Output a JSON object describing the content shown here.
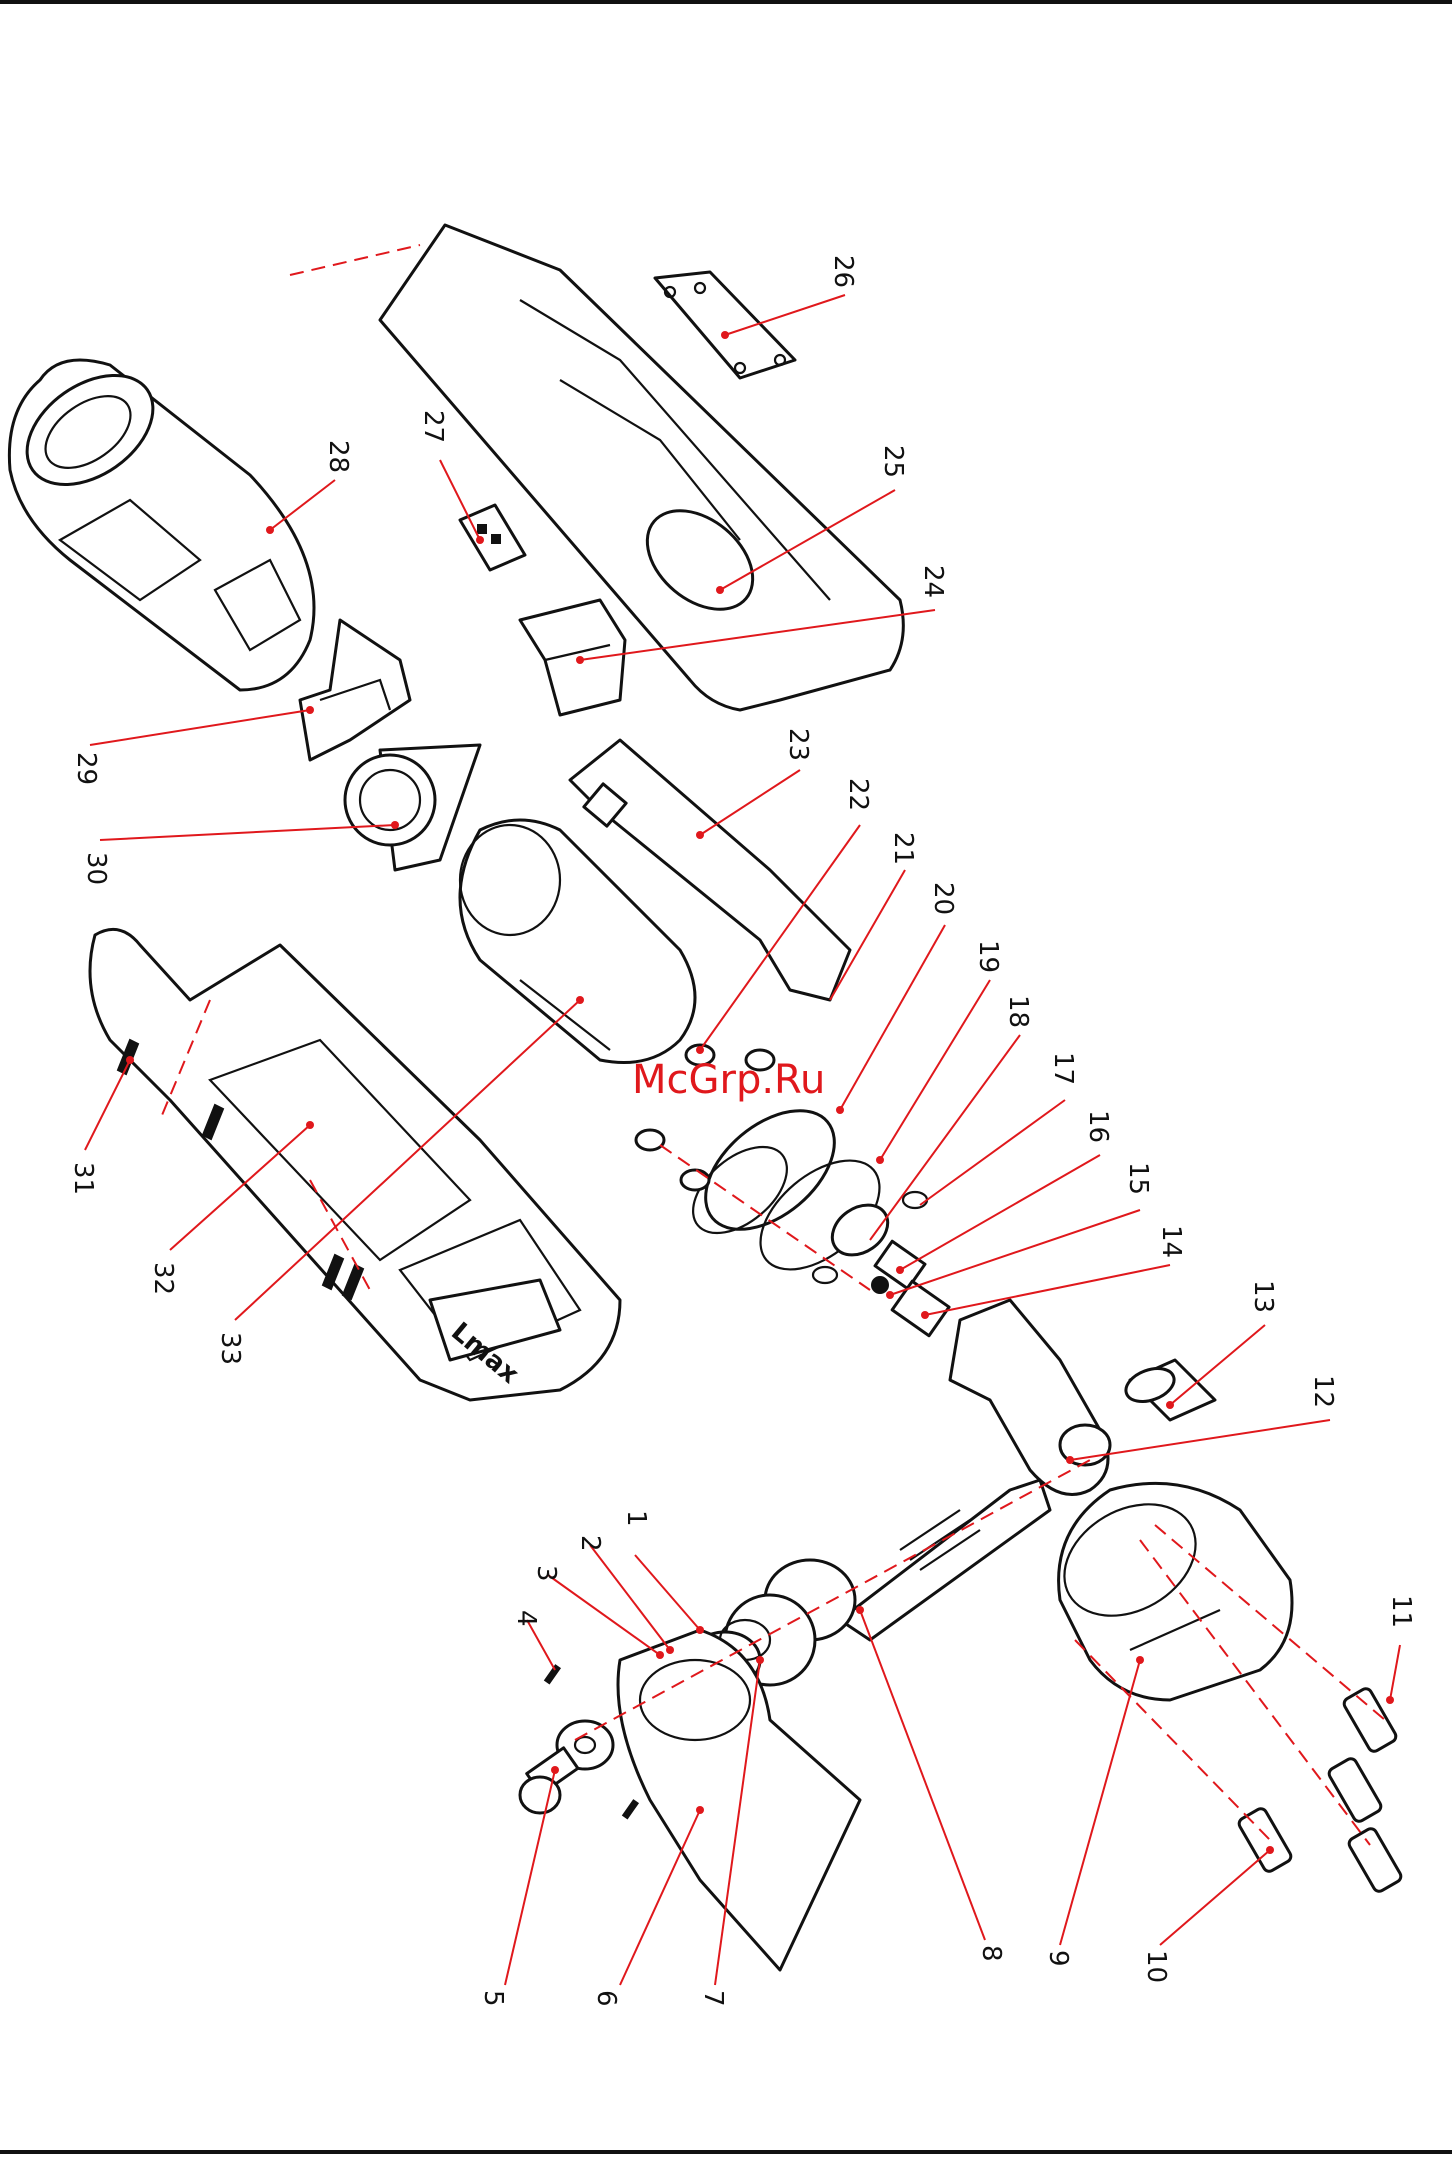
{
  "watermark": "McGrp.Ru",
  "colors": {
    "line": "#111111",
    "leader": "#e0181c",
    "background": "#ffffff"
  },
  "labels": [
    "1",
    "2",
    "3",
    "4",
    "5",
    "6",
    "7",
    "8",
    "9",
    "10",
    "11",
    "12",
    "13",
    "14",
    "15",
    "16",
    "17",
    "18",
    "19",
    "20",
    "21",
    "22",
    "23",
    "24",
    "25",
    "26",
    "27",
    "28",
    "29",
    "30",
    "31",
    "32",
    "33"
  ]
}
